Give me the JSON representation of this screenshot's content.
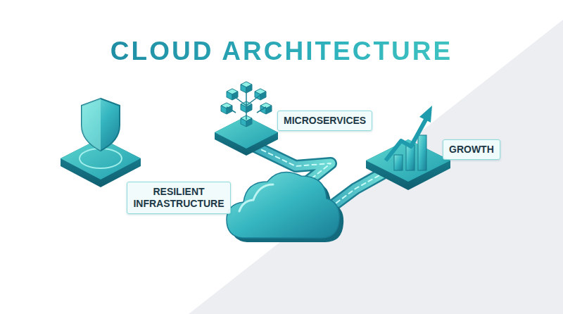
{
  "diagram": {
    "title": "CLOUD ARCHITECTURE",
    "nodes": [
      {
        "text": [
          "RESILIENT INFRASTRUCTURE"
        ]
      },
      {
        "text": [
          "MICROSERVICES"
        ]
      },
      {
        "text": [
          "GROWTH"
        ]
      }
    ]
  }
}
